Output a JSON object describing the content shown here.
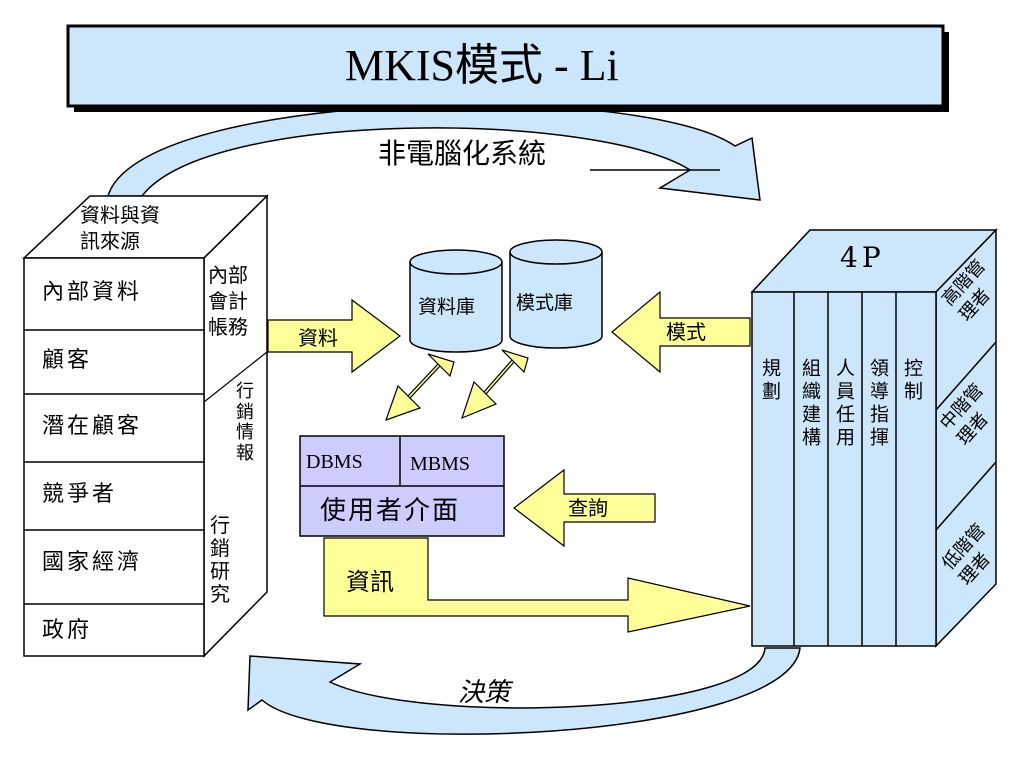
{
  "title": "MKIS模式 - Li",
  "non_computer_label": "非電腦化系統",
  "sources_header": "資料與資\n訊來源",
  "source_items": [
    "內部資料",
    "顧客",
    "潛在顧客",
    "競爭者",
    "國家經濟",
    "政府"
  ],
  "side_labels": {
    "internal_accounts": "內部\n會計\n帳務",
    "marketing_intel": "行\n銷\n情\n報",
    "marketing_research": "行\n銷\n研\n究"
  },
  "arrows": {
    "data": "資料",
    "model": "模式",
    "query": "查詢",
    "information": "資訊"
  },
  "databases": {
    "data_db": "資料庫",
    "model_db": "模式庫"
  },
  "system_box": {
    "dbms": "DBMS",
    "mbms": "MBMS",
    "ui": "使用者介面"
  },
  "right_block": {
    "header": "4P",
    "columns": [
      "規劃",
      "組織建構",
      "人員任用",
      "領導指揮",
      "控制"
    ],
    "levels": [
      "高階管\n理者",
      "中階管\n理者",
      "低階管\n理者"
    ]
  },
  "decision_label": "決策",
  "colors": {
    "title_fill": "#cce6fb",
    "box_fill": "#cce6fb",
    "arrow_fill": "#ffff99",
    "system_fill": "#ccccff",
    "curve_fill": "#cce6fb"
  }
}
